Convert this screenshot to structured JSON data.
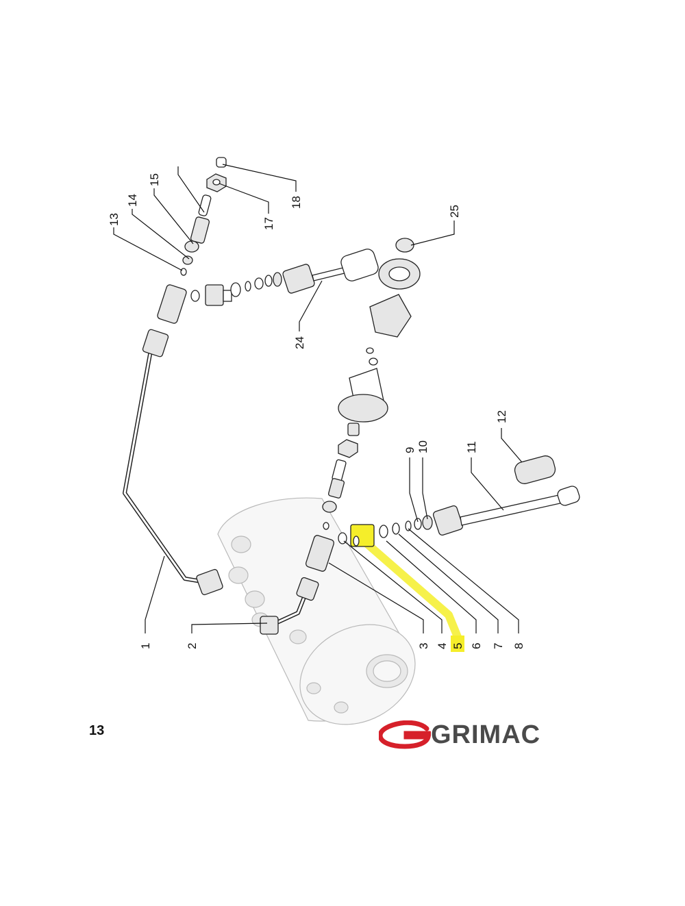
{
  "page": {
    "number": "13"
  },
  "brand": {
    "name": "GRIMAC",
    "color": "#d6202a",
    "text_color": "#4a4a4a"
  },
  "diagram": {
    "highlight_color": "#f5ee2a",
    "highlighted_label": "5",
    "labels": [
      "1",
      "2",
      "3",
      "4",
      "5",
      "6",
      "7",
      "8",
      "9",
      "10",
      "11",
      "12",
      "13",
      "14",
      "15",
      "17",
      "18",
      "24",
      "25"
    ]
  }
}
